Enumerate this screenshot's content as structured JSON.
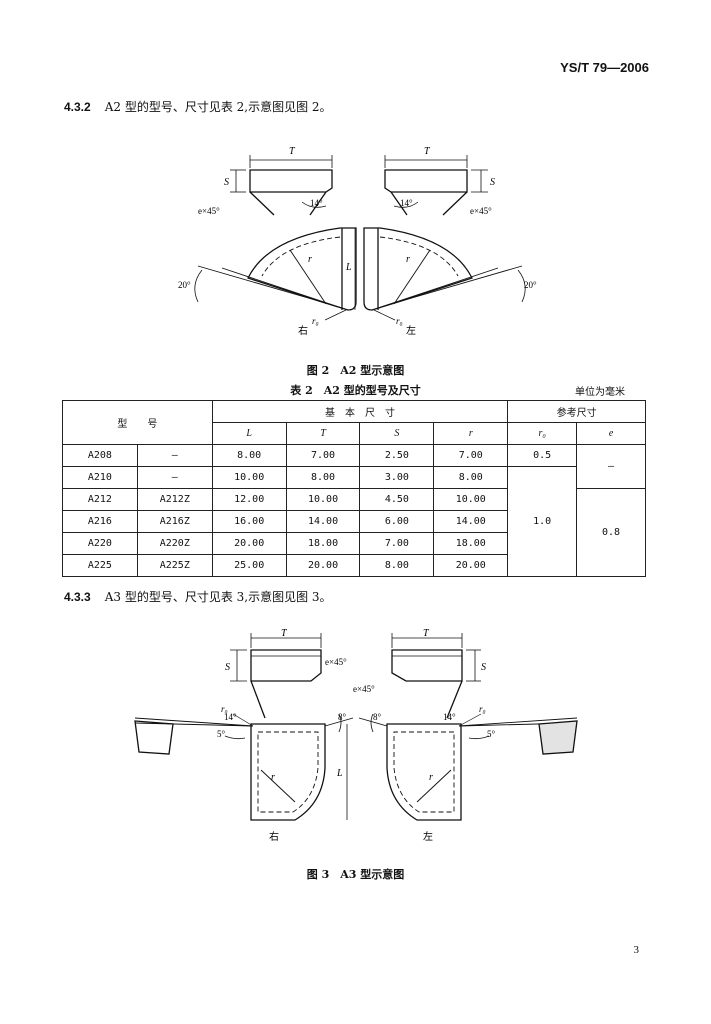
{
  "header": {
    "standard_no": "YS/T 79—2006"
  },
  "sec432": {
    "num": "4.3.2",
    "text": "A2 型的型号、尺寸见表 2,示意图见图 2。"
  },
  "fig2": {
    "caption": "图 2　A2 型示意图",
    "labels": {
      "T": "T",
      "S": "S",
      "L": "L",
      "r": "r",
      "r0": "r₀",
      "ang14": "14°",
      "ang20": "20°",
      "chamfer": "e×45°",
      "right": "右",
      "left": "左"
    }
  },
  "table2": {
    "caption": "表 2　A2 型的型号及尺寸",
    "unit": "单位为毫米",
    "h_model": "型　　号",
    "h_basic": "基　本　尺　寸",
    "h_ref": "参考尺寸",
    "cols": [
      "L",
      "T",
      "S",
      "r",
      "r₀",
      "e"
    ],
    "rows": [
      {
        "m1": "A208",
        "m2": "—",
        "L": "8.00",
        "T": "7.00",
        "S": "2.50",
        "r": "7.00"
      },
      {
        "m1": "A210",
        "m2": "—",
        "L": "10.00",
        "T": "8.00",
        "S": "3.00",
        "r": "8.00"
      },
      {
        "m1": "A212",
        "m2": "A212Z",
        "L": "12.00",
        "T": "10.00",
        "S": "4.50",
        "r": "10.00"
      },
      {
        "m1": "A216",
        "m2": "A216Z",
        "L": "16.00",
        "T": "14.00",
        "S": "6.00",
        "r": "14.00"
      },
      {
        "m1": "A220",
        "m2": "A220Z",
        "L": "20.00",
        "T": "18.00",
        "S": "7.00",
        "r": "18.00"
      },
      {
        "m1": "A225",
        "m2": "A225Z",
        "L": "25.00",
        "T": "20.00",
        "S": "8.00",
        "r": "20.00"
      }
    ],
    "r0_first": "0.5",
    "r0_rest": "1.0",
    "e_first": "—",
    "e_rest": "0.8"
  },
  "sec433": {
    "num": "4.3.3",
    "text": "A3 型的型号、尺寸见表 3,示意图见图 3。"
  },
  "fig3": {
    "caption": "图 3　A3 型示意图",
    "labels": {
      "T": "T",
      "S": "S",
      "L": "L",
      "r": "r",
      "r0": "r₀",
      "ang14": "14°",
      "ang8": "8°",
      "ang5": "5°",
      "chamfer": "e×45°",
      "right": "右",
      "left": "左"
    }
  },
  "page_number": "3"
}
